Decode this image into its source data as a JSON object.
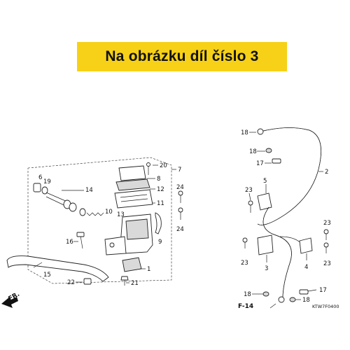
{
  "banner": {
    "text": "Na obrázku díl číslo 3",
    "color": "#f7d117"
  },
  "callouts": {
    "c1": "1",
    "c2": "2",
    "c3": "3",
    "c4": "4",
    "c5": "5",
    "c6": "6",
    "c7": "7",
    "c8": "8",
    "c9": "9",
    "c10": "10",
    "c11": "11",
    "c12": "12",
    "c13": "13",
    "c14": "14",
    "c15": "15",
    "c16": "16",
    "c17": "17",
    "c18": "18",
    "c19": "19",
    "c20": "20",
    "c21": "21",
    "c22": "22",
    "c23": "23",
    "c24": "24"
  },
  "refs": {
    "f14": "F-14",
    "fr": "FR.",
    "code": "KTW7F0400"
  },
  "icons": {
    "front_arrow": "arrow-left-icon"
  }
}
